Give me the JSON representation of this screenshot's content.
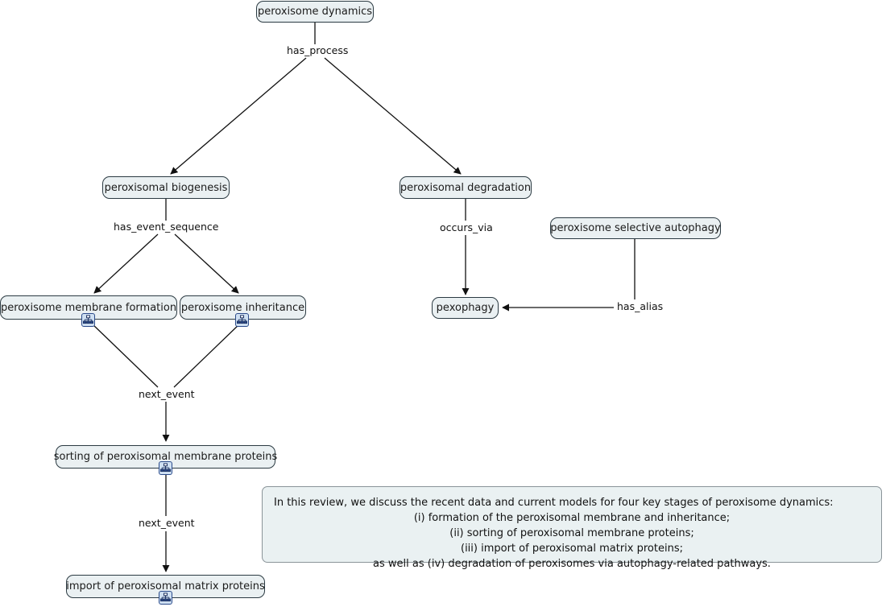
{
  "diagram": {
    "title": "peroxisome dynamics",
    "background_color": "#ffffff",
    "node_fill": "#eaf0f2",
    "node_border": "#2b3a42",
    "edge_color": "#111111",
    "note_fill": "#eaf1f2",
    "note_border": "#8a9499",
    "icon_fill": "#cfe0f2",
    "icon_border": "#2a4a8a"
  },
  "nodes": [
    {
      "id": "peroxisome-dynamics",
      "label": "peroxisome dynamics",
      "has_icon": false
    },
    {
      "id": "peroxisomal-biogenesis",
      "label": "peroxisomal biogenesis",
      "has_icon": false
    },
    {
      "id": "peroxisomal-degradation",
      "label": "peroxisomal degradation",
      "has_icon": false
    },
    {
      "id": "peroxisome-selective-autophagy",
      "label": "peroxisome selective autophagy",
      "has_icon": false
    },
    {
      "id": "peroxisome-membrane-formation",
      "label": "peroxisome membrane formation",
      "has_icon": true
    },
    {
      "id": "peroxisome-inheritance",
      "label": "peroxisome inheritance",
      "has_icon": true
    },
    {
      "id": "pexophagy",
      "label": "pexophagy",
      "has_icon": false
    },
    {
      "id": "sorting-of-peroxisomal-membrane-proteins",
      "label": "sorting of peroxisomal membrane proteins",
      "has_icon": true
    },
    {
      "id": "import-of-peroxisomal-matrix-proteins",
      "label": "import of peroxisomal matrix proteins",
      "has_icon": true
    }
  ],
  "edges": [
    {
      "id": "has-process",
      "label": "has_process",
      "from": "peroxisome-dynamics",
      "to": "peroxisomal-biogenesis, peroxisomal-degradation"
    },
    {
      "id": "has-event-sequence",
      "label": "has_event_sequence",
      "from": "peroxisomal-biogenesis",
      "to": "peroxisome-membrane-formation, peroxisome-inheritance"
    },
    {
      "id": "next-event-1",
      "label": "next_event",
      "from": "peroxisome-membrane-formation, peroxisome-inheritance",
      "to": "sorting-of-peroxisomal-membrane-proteins"
    },
    {
      "id": "next-event-2",
      "label": "next_event",
      "from": "sorting-of-peroxisomal-membrane-proteins",
      "to": "import-of-peroxisomal-matrix-proteins"
    },
    {
      "id": "occurs-via",
      "label": "occurs_via",
      "from": "peroxisomal-degradation",
      "to": "pexophagy"
    },
    {
      "id": "has-alias",
      "label": "has_alias",
      "from": "peroxisome-selective-autophagy",
      "to": "pexophagy"
    }
  ],
  "icons": {
    "hierarchy": "hierarchy-icon"
  },
  "note": {
    "lines": [
      "In this review, we discuss the recent data and current models for four key stages of peroxisome dynamics:",
      "(i) formation of the peroxisomal membrane and inheritance;",
      "(ii) sorting of peroxisomal membrane proteins;",
      "(iii) import of peroxisomal matrix proteins;",
      "as well as (iv) degradation of peroxisomes via autophagy-related pathways."
    ]
  }
}
